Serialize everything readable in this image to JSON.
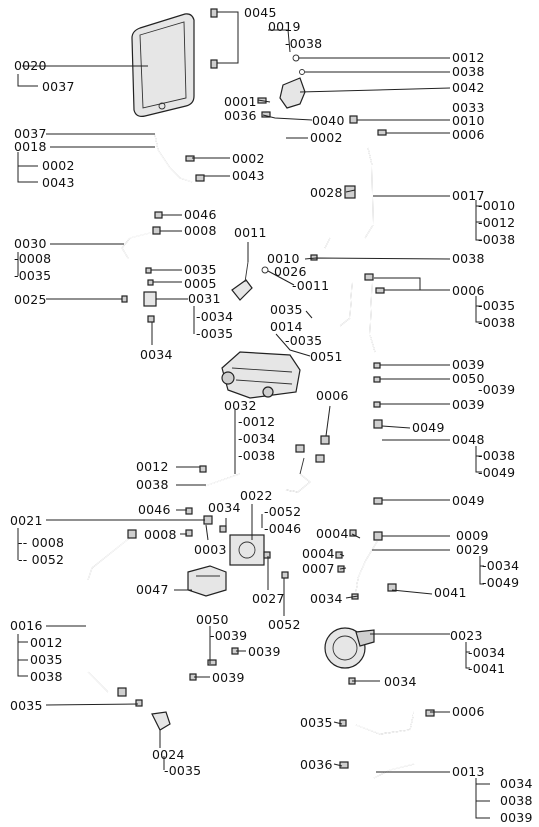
{
  "labels": [
    {
      "id": "0045",
      "text": "0045"
    },
    {
      "id": "0019",
      "text": "0019"
    },
    {
      "id": "0038a",
      "text": "-0038"
    },
    {
      "id": "0020",
      "text": "0020"
    },
    {
      "id": "0037a",
      "text": "0037"
    },
    {
      "id": "0012a",
      "text": "0012"
    },
    {
      "id": "0038b",
      "text": "0038"
    },
    {
      "id": "0042",
      "text": "0042"
    },
    {
      "id": "0001a",
      "text": "0001"
    },
    {
      "id": "0036a",
      "text": "0036"
    },
    {
      "id": "0033",
      "text": "0033"
    },
    {
      "id": "0040",
      "text": "0040"
    },
    {
      "id": "0010a",
      "text": "0010"
    },
    {
      "id": "0002a",
      "text": "0002"
    },
    {
      "id": "0006a",
      "text": "0006"
    },
    {
      "id": "0037b",
      "text": "0037"
    },
    {
      "id": "0018",
      "text": "0018"
    },
    {
      "id": "0002b",
      "text": "0002"
    },
    {
      "id": "0043a",
      "text": "0043"
    },
    {
      "id": "0002c",
      "text": "0002"
    },
    {
      "id": "0043b",
      "text": "0043"
    },
    {
      "id": "0028",
      "text": "0028"
    },
    {
      "id": "0017",
      "text": "0017"
    },
    {
      "id": "0010b",
      "text": "-0010"
    },
    {
      "id": "0012b",
      "text": "-0012"
    },
    {
      "id": "0038c",
      "text": "-0038"
    },
    {
      "id": "0046a",
      "text": "0046"
    },
    {
      "id": "0008a",
      "text": "0008"
    },
    {
      "id": "0011a",
      "text": "0011"
    },
    {
      "id": "0030",
      "text": "0030"
    },
    {
      "id": "0008b",
      "text": "-0008"
    },
    {
      "id": "0035a",
      "text": "-0035"
    },
    {
      "id": "0010c",
      "text": "0010"
    },
    {
      "id": "0026",
      "text": "0026"
    },
    {
      "id": "0011b",
      "text": "-0011"
    },
    {
      "id": "0038d",
      "text": "0038"
    },
    {
      "id": "0035b",
      "text": "0035"
    },
    {
      "id": "0005",
      "text": "0005"
    },
    {
      "id": "0025",
      "text": "0025"
    },
    {
      "id": "0031",
      "text": "0031"
    },
    {
      "id": "0034a",
      "text": "-0034"
    },
    {
      "id": "0035c",
      "text": "-0035"
    },
    {
      "id": "0035d",
      "text": "0035"
    },
    {
      "id": "0014",
      "text": "0014"
    },
    {
      "id": "0035e",
      "text": "-0035"
    },
    {
      "id": "0006b",
      "text": "0006"
    },
    {
      "id": "0035f",
      "text": "-0035"
    },
    {
      "id": "0038e",
      "text": "-0038"
    },
    {
      "id": "0034b",
      "text": "0034"
    },
    {
      "id": "0051",
      "text": "0051"
    },
    {
      "id": "0039a",
      "text": "0039"
    },
    {
      "id": "0050a",
      "text": "0050"
    },
    {
      "id": "0039b",
      "text": "-0039"
    },
    {
      "id": "0032",
      "text": "0032"
    },
    {
      "id": "0012c",
      "text": "-0012"
    },
    {
      "id": "0034c",
      "text": "-0034"
    },
    {
      "id": "0038f",
      "text": "-0038"
    },
    {
      "id": "0006c",
      "text": "0006"
    },
    {
      "id": "0039c",
      "text": "0039"
    },
    {
      "id": "0049a",
      "text": "0049"
    },
    {
      "id": "0048",
      "text": "0048"
    },
    {
      "id": "0038g",
      "text": "-0038"
    },
    {
      "id": "0049b",
      "text": "-0049"
    },
    {
      "id": "0012d",
      "text": "0012"
    },
    {
      "id": "0038h",
      "text": "0038"
    },
    {
      "id": "0049c",
      "text": "0049"
    },
    {
      "id": "0046b",
      "text": "0046"
    },
    {
      "id": "0034d",
      "text": "0034"
    },
    {
      "id": "0022",
      "text": "0022"
    },
    {
      "id": "0052a",
      "text": "-0052"
    },
    {
      "id": "0046c",
      "text": "-0046"
    },
    {
      "id": "0021",
      "text": "0021"
    },
    {
      "id": "0008c",
      "text": "-- 0008"
    },
    {
      "id": "0052b",
      "text": "-- 0052"
    },
    {
      "id": "0008d",
      "text": "0008"
    },
    {
      "id": "0003",
      "text": "0003"
    },
    {
      "id": "0004a",
      "text": "0004"
    },
    {
      "id": "0009",
      "text": "0009"
    },
    {
      "id": "0004b",
      "text": "0004"
    },
    {
      "id": "0029",
      "text": "0029"
    },
    {
      "id": "0007",
      "text": "0007"
    },
    {
      "id": "0034e",
      "text": "-0034"
    },
    {
      "id": "0049d",
      "text": "-0049"
    },
    {
      "id": "0047",
      "text": "0047"
    },
    {
      "id": "0027",
      "text": "0027"
    },
    {
      "id": "0034f",
      "text": "0034"
    },
    {
      "id": "0041a",
      "text": "0041"
    },
    {
      "id": "0052c",
      "text": "0052"
    },
    {
      "id": "0016",
      "text": "0016"
    },
    {
      "id": "0012e",
      "text": "0012"
    },
    {
      "id": "0035g",
      "text": "0035"
    },
    {
      "id": "0038i",
      "text": "0038"
    },
    {
      "id": "0050b",
      "text": "0050"
    },
    {
      "id": "0039d",
      "text": "-0039"
    },
    {
      "id": "0039e",
      "text": "0039"
    },
    {
      "id": "0023",
      "text": "0023"
    },
    {
      "id": "0034g",
      "text": "-0034"
    },
    {
      "id": "0041b",
      "text": "-0041"
    },
    {
      "id": "0039f",
      "text": "0039"
    },
    {
      "id": "0034h",
      "text": "0034"
    },
    {
      "id": "0035h",
      "text": "0035"
    },
    {
      "id": "0006d",
      "text": "0006"
    },
    {
      "id": "0035i",
      "text": "0035"
    },
    {
      "id": "0024",
      "text": "0024"
    },
    {
      "id": "0035j",
      "text": "-0035"
    },
    {
      "id": "0036b",
      "text": "0036"
    },
    {
      "id": "0013",
      "text": "0013"
    },
    {
      "id": "0034i",
      "text": "0034"
    },
    {
      "id": "0038j",
      "text": "0038"
    },
    {
      "id": "0039g",
      "text": "0039"
    }
  ]
}
